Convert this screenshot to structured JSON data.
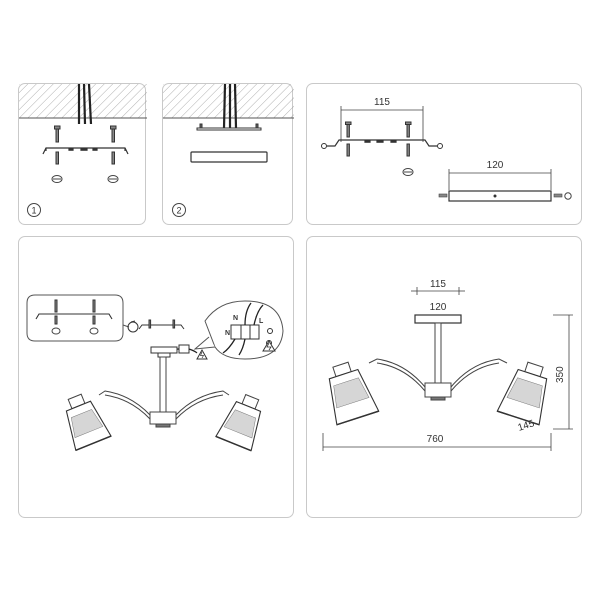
{
  "steps": {
    "step1": "1",
    "step2": "2"
  },
  "bracket_dims": {
    "bracket_width": "115",
    "plate_width": "120"
  },
  "wiring": {
    "neutral_top": "N",
    "live": "L",
    "neutral_bottom": "N"
  },
  "overall_dims": {
    "bracket_width": "115",
    "canopy_width": "120",
    "height": "350",
    "shade_size": "145",
    "span": "760"
  }
}
